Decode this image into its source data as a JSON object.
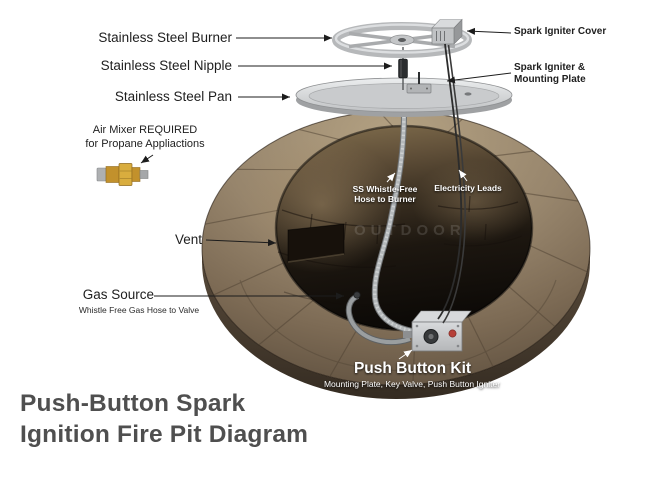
{
  "page": {
    "background": "#ffffff"
  },
  "title": {
    "line1": "Push-Button Spark",
    "line2": "Ignition Fire Pit Diagram"
  },
  "watermark": "OUTDOOR",
  "labels": {
    "burner": "Stainless Steel Burner",
    "nipple": "Stainless Steel Nipple",
    "pan": "Stainless Steel Pan",
    "air_mixer_line1": "Air Mixer REQUIRED",
    "air_mixer_line2": "for Propane Appliactions",
    "vent": "Vent",
    "gas_source": "Gas Source",
    "gas_source_sub": "Whistle Free Gas Hose to Valve",
    "spark_igniter_cover": "Spark Igniter Cover",
    "spark_igniter_plate_line1": "Spark Igniter &",
    "spark_igniter_plate_line2": "Mounting Plate",
    "ss_hose_line1": "SS Whistle-Free",
    "ss_hose_line2": "Hose to Burner",
    "electricity_leads": "Electricity Leads",
    "push_button_kit": "Push Button Kit",
    "push_button_kit_sub": "Mounting Plate, Key Valve, Push Button Igniter"
  },
  "colors": {
    "stone": "#8a7860",
    "stone_dark": "#4e4234",
    "steel": "#c9cbcd",
    "brass": "#d9ad3e",
    "label_text": "#1e1e1e",
    "title_text": "#4f4f4f",
    "white_label": "#ffffff"
  }
}
